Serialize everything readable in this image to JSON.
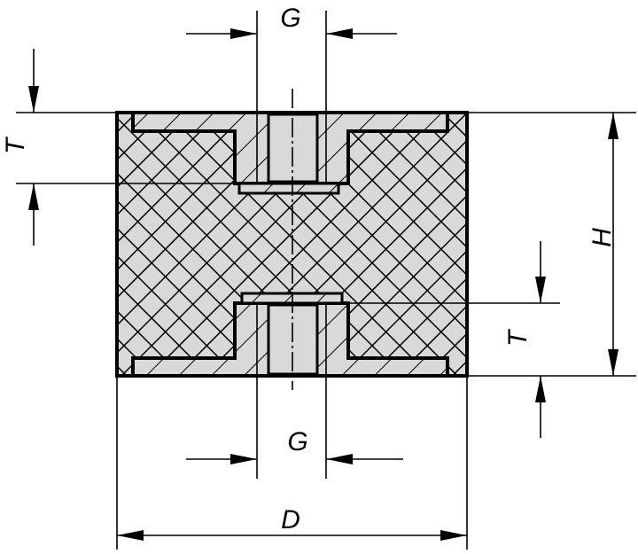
{
  "labels": {
    "g_top": "G",
    "t_left": "T",
    "h_right": "H",
    "t_right": "T",
    "g_bottom": "G",
    "d_bottom": "D"
  },
  "colors": {
    "fill": "#d9d9d9",
    "line": "#000000"
  }
}
